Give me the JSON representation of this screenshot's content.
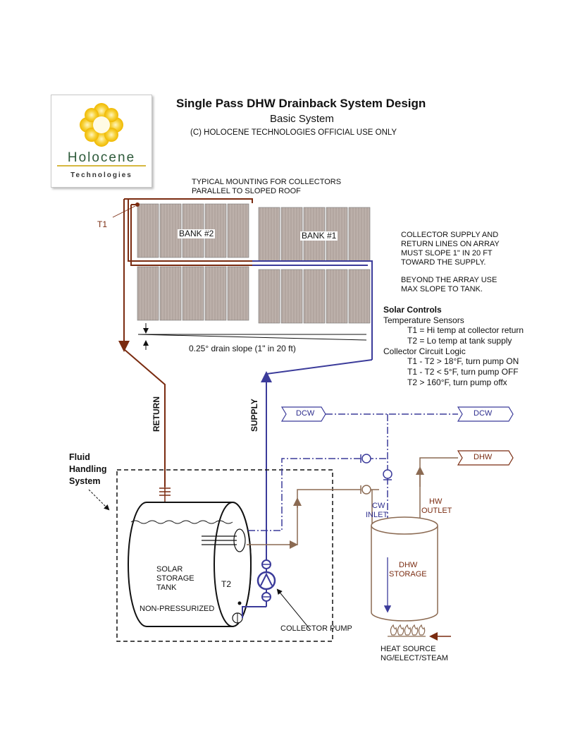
{
  "header": {
    "title": "Single Pass DHW Drainback System Design",
    "subtitle": "Basic System",
    "copyright": "(C) HOLOCENE TECHNOLOGIES  OFFICIAL USE ONLY"
  },
  "logo": {
    "name": "Holocene",
    "tagline": "Technologies"
  },
  "notes": {
    "mounting": [
      "TYPICAL MOUNTING FOR COLLECTORS",
      "PARALLEL TO SLOPED ROOF"
    ],
    "slope": [
      "COLLECTOR SUPPLY AND",
      "RETURN LINES ON ARRAY",
      "MUST SLOPE 1\" IN 20 FT",
      "TOWARD THE SUPPLY."
    ],
    "beyond": [
      "BEYOND THE ARRAY USE",
      "MAX SLOPE TO TANK."
    ],
    "drain_slope": "0.25° drain slope (1\" in 20 ft)"
  },
  "controls": {
    "heading": "Solar Controls",
    "sensors_heading": "Temperature Sensors",
    "sensors": [
      "T1 = Hi temp at collector return",
      "T2 = Lo temp at tank supply"
    ],
    "logic_heading": "Collector Circuit Logic",
    "logic": [
      "T1 - T2 > 18°F, turn pump ON",
      "T1 - T2 < 5°F, turn pump OFF",
      "T2 > 160°F, turn pump offx"
    ]
  },
  "labels": {
    "t1": "T1",
    "t2": "T2",
    "bank2": "BANK #2",
    "bank1": "BANK #1",
    "return": "RETURN",
    "supply": "SUPPLY",
    "fluid": [
      "Fluid",
      "Handling",
      "System"
    ],
    "tank": [
      "SOLAR",
      "STORAGE",
      "TANK"
    ],
    "non_pressurized": "NON-PRESSURIZED",
    "collector_pump": "COLLECTOR PUMP",
    "dcw_in": "DCW",
    "dcw_out": "DCW",
    "dhw": "DHW",
    "cw_inlet": [
      "CW",
      "INLET"
    ],
    "hw_outlet": [
      "HW",
      "OUTLET"
    ],
    "dhw_storage": [
      "DHW",
      "STORAGE"
    ],
    "heat_source": [
      "HEAT SOURCE",
      "NG/ELECT/STEAM"
    ]
  },
  "colors": {
    "supply": "#3b3b9a",
    "return": "#7a2b10",
    "brown_line": "#8b6a52",
    "panel": "#b9aca6"
  }
}
